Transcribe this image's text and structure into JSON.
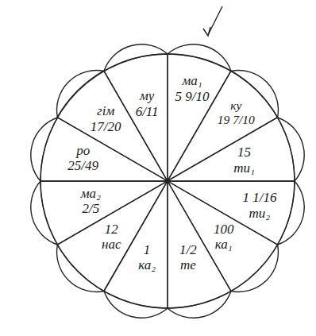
{
  "diagram": {
    "nodes": [
      {
        "text": [
          "ма₁",
          "5 9/10"
        ]
      },
      {
        "text": [
          "ку",
          "19 7/10"
        ]
      },
      {
        "text": [
          "15",
          "ти₁"
        ]
      },
      {
        "text": [
          "1 1/16",
          "ти₂"
        ]
      },
      {
        "text": [
          "100",
          "ка₁"
        ]
      },
      {
        "text": [
          "1/2",
          "те"
        ]
      },
      {
        "text": [
          "1",
          "ка₂"
        ]
      },
      {
        "text": [
          "12",
          "нас"
        ]
      },
      {
        "text": [
          "ма₂",
          "2/5"
        ]
      },
      {
        "text": [
          "ро",
          "25/49"
        ]
      },
      {
        "text": [
          "гім",
          "17/20"
        ]
      },
      {
        "text": [
          "му",
          "6/11"
        ]
      }
    ]
  }
}
